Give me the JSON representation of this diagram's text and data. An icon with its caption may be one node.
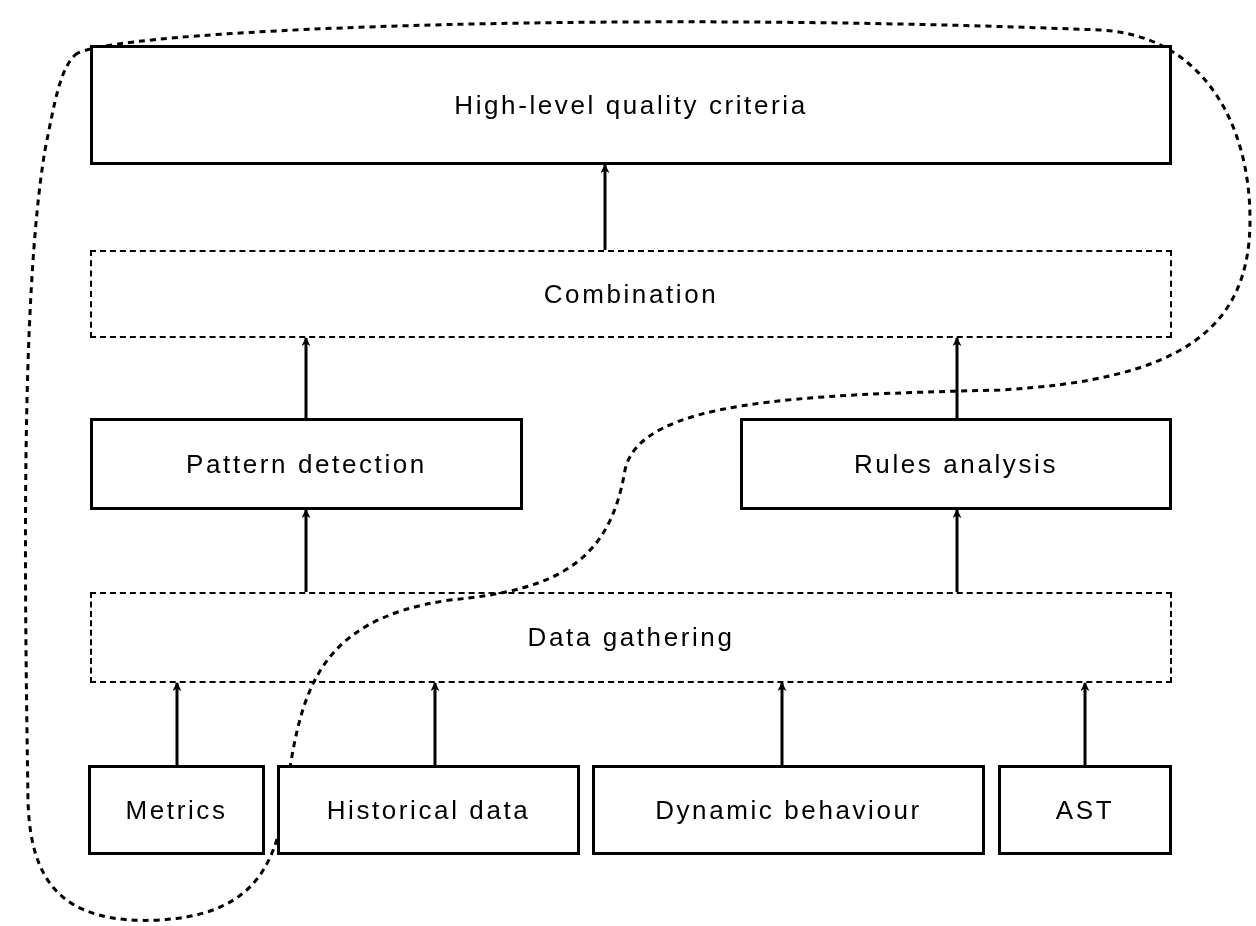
{
  "diagram": {
    "nodes": [
      {
        "text": [
          "High-level quality criteria"
        ]
      },
      {
        "text": [
          "Combination"
        ]
      },
      {
        "text": [
          "Pattern detection"
        ]
      },
      {
        "text": [
          "Rules analysis"
        ]
      },
      {
        "text": [
          "Data gathering"
        ]
      },
      {
        "text": [
          "Metrics"
        ]
      },
      {
        "text": [
          "Historical data"
        ]
      },
      {
        "text": [
          "Dynamic behaviour"
        ]
      },
      {
        "text": [
          "AST"
        ]
      }
    ],
    "edges": [
      {
        "from": 5,
        "to": 4,
        "arrow": "to"
      },
      {
        "from": 6,
        "to": 4,
        "arrow": "to"
      },
      {
        "from": 7,
        "to": 4,
        "arrow": "to"
      },
      {
        "from": 8,
        "to": 4,
        "arrow": "to"
      },
      {
        "from": 4,
        "to": 2,
        "arrow": "to"
      },
      {
        "from": 4,
        "to": 3,
        "arrow": "to"
      },
      {
        "from": 2,
        "to": 1,
        "arrow": "to"
      },
      {
        "from": 3,
        "to": 1,
        "arrow": "to"
      },
      {
        "from": 1,
        "to": 0,
        "arrow": "to"
      }
    ]
  }
}
